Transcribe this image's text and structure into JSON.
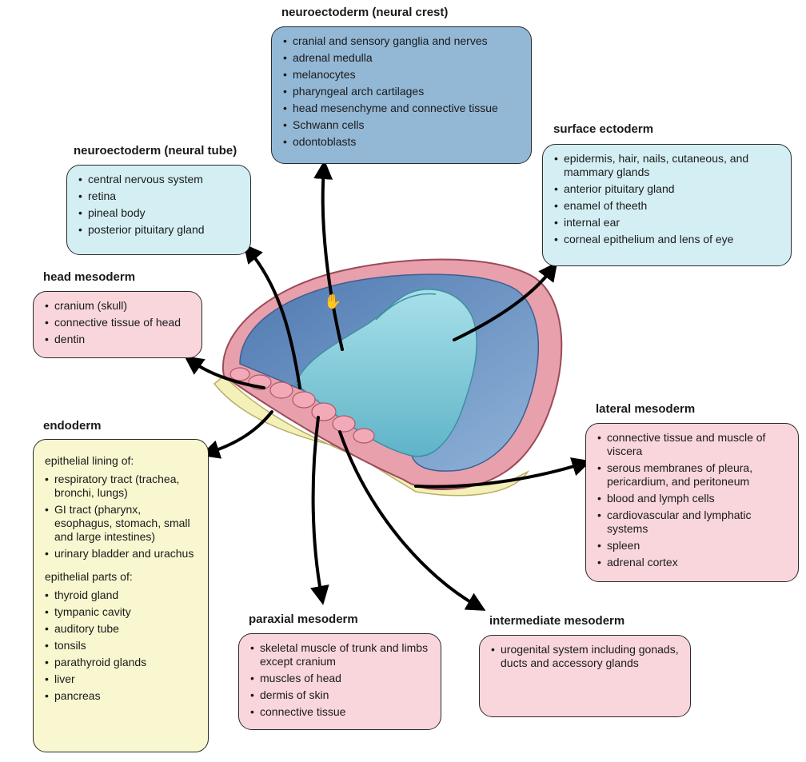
{
  "neural_crest": {
    "title": "neuroectoderm (neural crest)",
    "items": [
      "cranial and sensory ganglia and nerves",
      "adrenal medulla",
      "melanocytes",
      "pharyngeal arch cartilages",
      "head mesenchyme and connective tissue",
      "Schwann cells",
      "odontoblasts"
    ]
  },
  "neural_tube": {
    "title": "neuroectoderm (neural tube)",
    "items": [
      "central nervous system",
      "retina",
      "pineal body",
      "posterior pituitary gland"
    ]
  },
  "surface_ectoderm": {
    "title": "surface ectoderm",
    "items": [
      "epidermis, hair, nails, cutaneous, and mammary glands",
      "anterior pituitary gland",
      "enamel of theeth",
      "internal ear",
      "corneal epithelium and lens of eye"
    ]
  },
  "head_mesoderm": {
    "title": "head mesoderm",
    "items": [
      "cranium (skull)",
      "connective tissue of head",
      "dentin"
    ]
  },
  "endoderm": {
    "title": "endoderm",
    "lining_heading": "epithelial lining of:",
    "lining_items": [
      "respiratory tract (trachea, bronchi, lungs)",
      "GI tract (pharynx, esophagus, stomach, small and large intestines)",
      "urinary bladder and urachus"
    ],
    "parts_heading": "epithelial parts of:",
    "parts_items": [
      "thyroid gland",
      "tympanic cavity",
      "auditory tube",
      "tonsils",
      "parathyroid glands",
      "liver",
      "pancreas"
    ]
  },
  "lateral_mesoderm": {
    "title": "lateral mesoderm",
    "items": [
      "connective tissue and muscle of viscera",
      "serous membranes of pleura, pericardium, and peritoneum",
      "blood and lymph cells",
      "cardiovascular and lymphatic systems",
      "spleen",
      "adrenal cortex"
    ]
  },
  "paraxial_mesoderm": {
    "title": "paraxial mesoderm",
    "items": [
      "skeletal muscle of trunk and limbs except cranium",
      "muscles of head",
      "dermis of skin",
      "connective tissue"
    ]
  },
  "intermediate_mesoderm": {
    "title": "intermediate mesoderm",
    "items": [
      "urogenital system including gonads, ducts and accessory glands"
    ]
  },
  "colors": {
    "neural_crest_box": "#93b8d6",
    "ectoderm_box": "#d4eff4",
    "mesoderm_box": "#f8d6dc",
    "endoderm_box": "#f8f7d0",
    "arrow": "#000000"
  },
  "icons": {
    "cursor": "hand-cursor-icon"
  }
}
